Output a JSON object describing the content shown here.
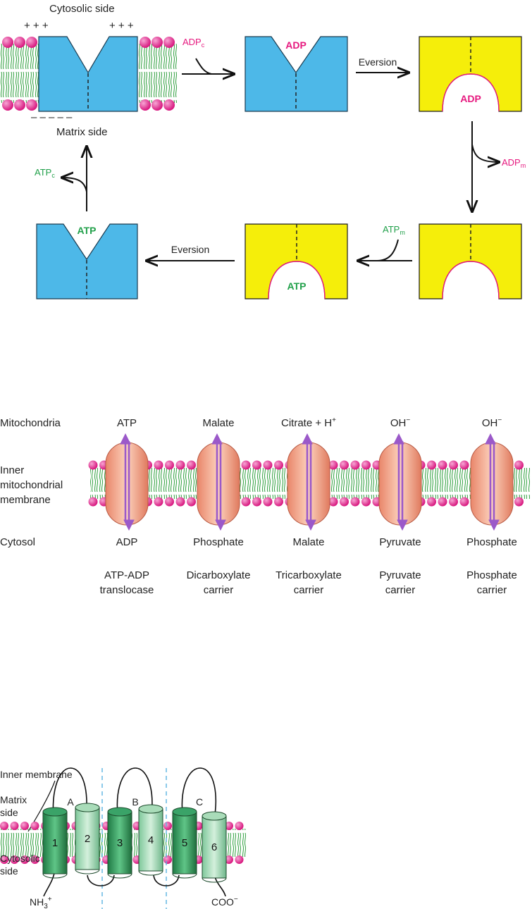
{
  "top": {
    "cytosolic_side": "Cytosolic side",
    "plus_left": "+ + +",
    "plus_right": "+ + +",
    "minus_signs": "–    –    –    –    –",
    "matrix_side": "Matrix side",
    "adp_c": "ADP",
    "adp_c_sub": "c",
    "adp": "ADP",
    "eversion_1": "Eversion",
    "adp_inside": "ADP",
    "adp_m": "ADP",
    "adp_m_sub": "m",
    "atp_m": "ATP",
    "atp_m_sub": "m",
    "atp_inside": "ATP",
    "eversion_2": "Eversion",
    "atp_top": "ATP",
    "atp_c": "ATP",
    "atp_c_sub": "c",
    "colors": {
      "blue": "#4db8e8",
      "yellow": "#f5ee0a",
      "pink": "#e6197f",
      "green": "#21a04a"
    }
  },
  "middle": {
    "row_labels": {
      "mitochondria": "Mitochondria",
      "inner_1": "Inner",
      "inner_2": "mitochondrial",
      "inner_3": "membrane",
      "cytosol": "Cytosol"
    },
    "carriers": [
      {
        "top": "ATP",
        "bottom": "ADP",
        "name1": "ATP-ADP",
        "name2": "translocase"
      },
      {
        "top": "Malate",
        "bottom": "Phosphate",
        "name1": "Dicarboxylate",
        "name2": "carrier"
      },
      {
        "top": "Citrate + H",
        "top_sup": "+",
        "bottom": "Malate",
        "name1": "Tricarboxylate",
        "name2": "carrier"
      },
      {
        "top": "OH",
        "top_sup": "−",
        "bottom": "Pyruvate",
        "name1": "Pyruvate",
        "name2": "carrier"
      },
      {
        "top": "OH",
        "top_sup": "−",
        "bottom": "Phosphate",
        "name1": "Phosphate",
        "name2": "carrier"
      }
    ]
  },
  "bottom": {
    "inner_membrane": "Inner membrane",
    "matrix_1": "Matrix",
    "matrix_2": "side",
    "cytosolic_1": "Cytosolic",
    "cytosolic_2": "side",
    "loop_a": "A",
    "loop_b": "B",
    "loop_c": "C",
    "helices": [
      "1",
      "2",
      "3",
      "4",
      "5",
      "6"
    ],
    "nh3": "NH",
    "nh3_sub": "3",
    "nh3_sup": "+",
    "coo": "COO",
    "coo_sup": "−"
  }
}
